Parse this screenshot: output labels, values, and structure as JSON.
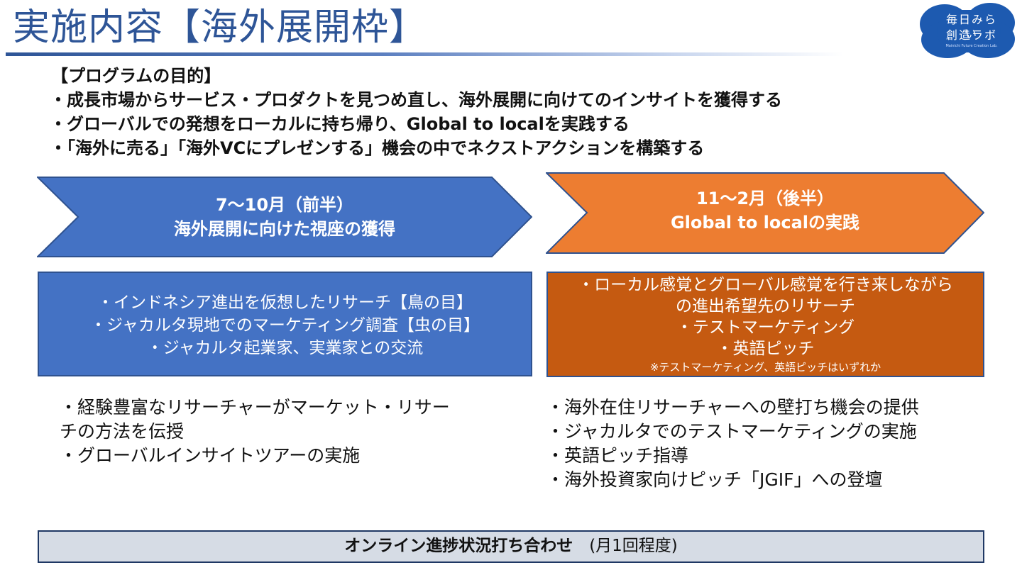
{
  "title": "実施内容【海外展開枠】",
  "logo": {
    "line1": "毎日みらい",
    "line2": "創造ラボ",
    "line3": "Mainichi Future Creation Lab."
  },
  "purpose": {
    "heading": "【プログラムの目的】",
    "items": [
      "・成長市場からサービス・プロダクトを見つめ直し、海外展開に向けてのインサイトを獲得する",
      "・グローバルでの発想をローカルに持ち帰り、Global to localを実践する",
      "・「海外に売る」「海外VCにプレゼンする」機会の中でネクストアクションを構築する"
    ]
  },
  "phases": [
    {
      "period": "7〜10月（前半）",
      "title": "海外展開に向けた視座の獲得",
      "color": "#4472c4",
      "box_lines": [
        "・インドネシア進出を仮想したリサーチ【鳥の目】",
        "・ジャカルタ現地でのマーケティング調査【虫の目】",
        "・ジャカルタ起業家、実業家との交流"
      ],
      "support": [
        "・経験豊富なリサーチャーがマーケット・リサー",
        "チの方法を伝授",
        "・グローバルインサイトツアーの実施"
      ]
    },
    {
      "period": "11〜2月（後半）",
      "title": "Global to localの実践",
      "color": "#ed7d31",
      "box_lines": [
        "・ローカル感覚とグローバル感覚を行き来しながら",
        "の進出希望先のリサーチ",
        "・テストマーケティング",
        "・英語ピッチ"
      ],
      "box_note": "※テストマーケティング、英語ピッチはいずれか",
      "box_color": "#c55a11",
      "support": [
        "・海外在住リサーチャーへの壁打ち機会の提供",
        "・ジャカルタでのテストマーケティングの実施",
        "・英語ピッチ指導",
        "・海外投資家向けピッチ「JGIF」への登壇"
      ]
    }
  ],
  "bottom": {
    "bold": "オンライン進捗状況打ち合わせ",
    "normal": "　(月1回程度)"
  }
}
